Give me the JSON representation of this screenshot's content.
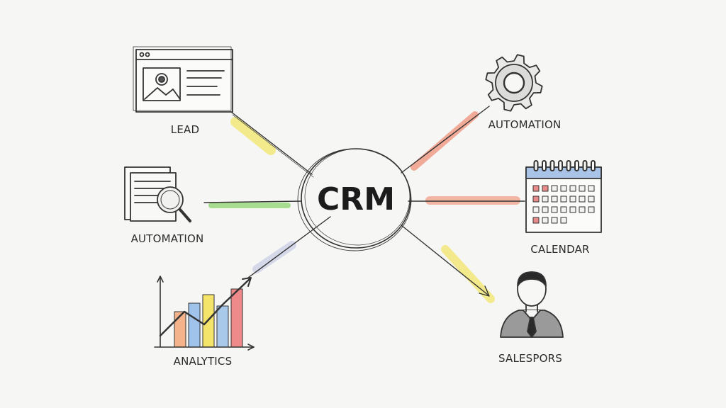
{
  "center": {
    "label": "CRM"
  },
  "nodes": {
    "lead": {
      "label": "LEAD"
    },
    "automation_left": {
      "label": "AUTOMATION"
    },
    "analytics": {
      "label": "ANALYTICS"
    },
    "automation_right": {
      "label": "AUTOMATION"
    },
    "calendar": {
      "label": "CALENDAR"
    },
    "salespersons": {
      "label": "SALESPORS"
    }
  },
  "highlight_colors": {
    "lead": "#f2e56a",
    "automation_left": "#8fd46f",
    "analytics": "#c9cfe6",
    "automation_right": "#f0907a",
    "calendar": "#f2a088",
    "salespersons": "#f2e56a"
  },
  "bar_colors": [
    "#f4b38a",
    "#9fc3ea",
    "#f4e46a",
    "#a9c9ea",
    "#ee8a8a"
  ],
  "icons": [
    "browser-window-icon",
    "document-search-icon",
    "bar-chart-icon",
    "gear-icon",
    "calendar-icon",
    "person-icon"
  ]
}
